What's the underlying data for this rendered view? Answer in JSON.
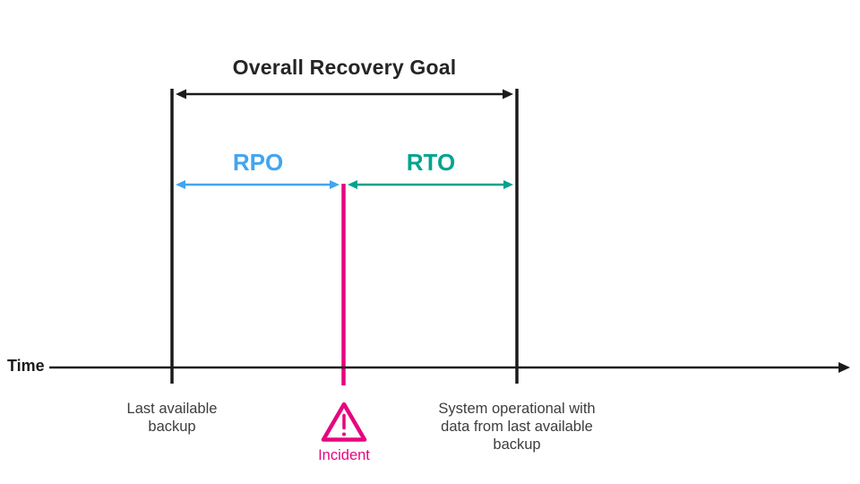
{
  "diagram": {
    "title": "Overall Recovery Goal",
    "rpo_label": "RPO",
    "rto_label": "RTO",
    "time_axis_label": "Time",
    "incident_label": "Incident",
    "left_marker_lines": [
      "Last available",
      "backup"
    ],
    "right_marker_lines": [
      "System operational with",
      "data from last available",
      "backup"
    ],
    "icons": {
      "incident": "warning-triangle-icon"
    },
    "colors": {
      "rpo_blue": "#41a5f1",
      "rto_teal": "#00a390",
      "incident_pink": "#e6067e",
      "line_black": "#1b1b1b",
      "label_gray": "#3d3d3d"
    }
  }
}
